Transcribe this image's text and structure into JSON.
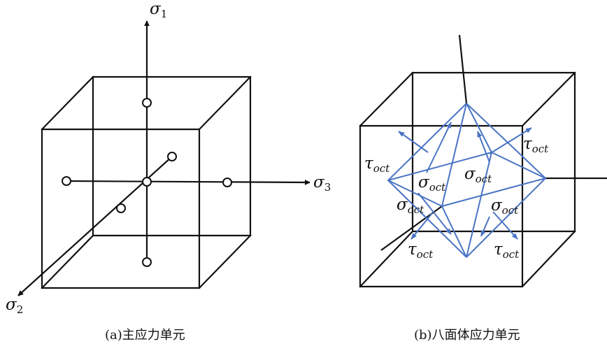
{
  "panel_a": {
    "caption": "(a)主应力单元",
    "labels": {
      "sigma_1": {
        "symbol": "σ",
        "sub": "1"
      },
      "sigma_2": {
        "symbol": "σ",
        "sub": "2"
      },
      "sigma_3": {
        "symbol": "σ",
        "sub": "3"
      }
    }
  },
  "panel_b": {
    "caption": "(b)八面体应力单元",
    "labels": {
      "symbol_sigma": "σ",
      "symbol_tau": "τ",
      "sub": "oct"
    }
  },
  "colors": {
    "edge": "#111111",
    "octahedron": "#4a74c4"
  }
}
